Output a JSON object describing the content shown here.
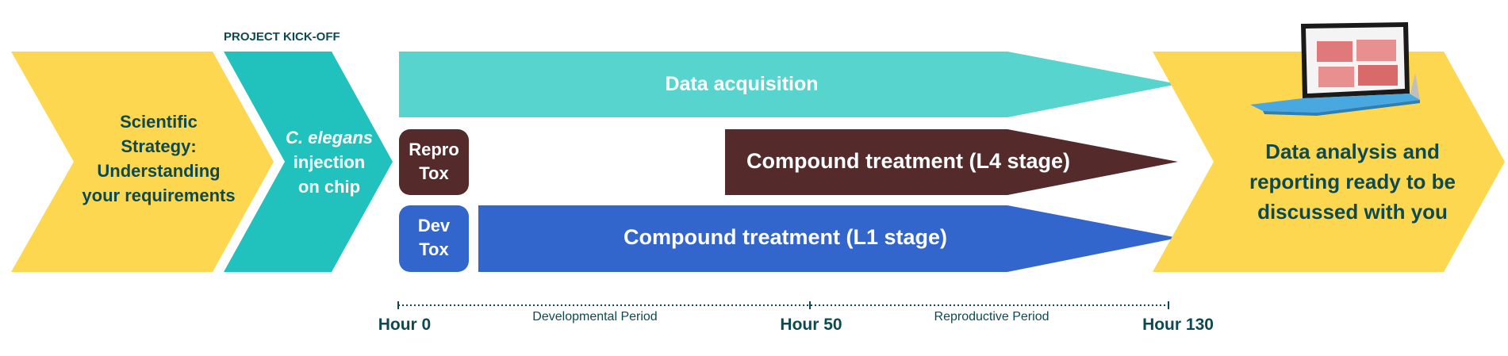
{
  "colors": {
    "yellow": "#fdd74f",
    "teal": "#21c2bd",
    "light_teal": "#58d4cf",
    "repro_brown": "#552a2a",
    "dev_blue": "#3366cc",
    "dark_text": "#0d4a4f"
  },
  "header_label": "PROJECT KICK-OFF",
  "stages": {
    "strategy": {
      "lines": [
        "Scientific",
        "Strategy:",
        "Understanding",
        "your requirements"
      ]
    },
    "injection": {
      "italic": "C. elegans",
      "lines": [
        "injection",
        "on chip"
      ]
    },
    "analysis": {
      "lines": [
        "Data analysis and",
        "reporting ready to be",
        "discussed with you"
      ]
    }
  },
  "bars": {
    "acquisition": "Data acquisition",
    "l4": "Compound treatment (L4 stage)",
    "l1": "Compound treatment (L1 stage)"
  },
  "badges": {
    "repro": [
      "Repro",
      "Tox"
    ],
    "dev": [
      "Dev",
      "Tox"
    ]
  },
  "timeline": {
    "ticks": [
      "Hour 0",
      "Hour 50",
      "Hour 130"
    ],
    "periods": [
      "Developmental Period",
      "Reproductive Period"
    ]
  },
  "icons": [
    "laptop-icon"
  ]
}
